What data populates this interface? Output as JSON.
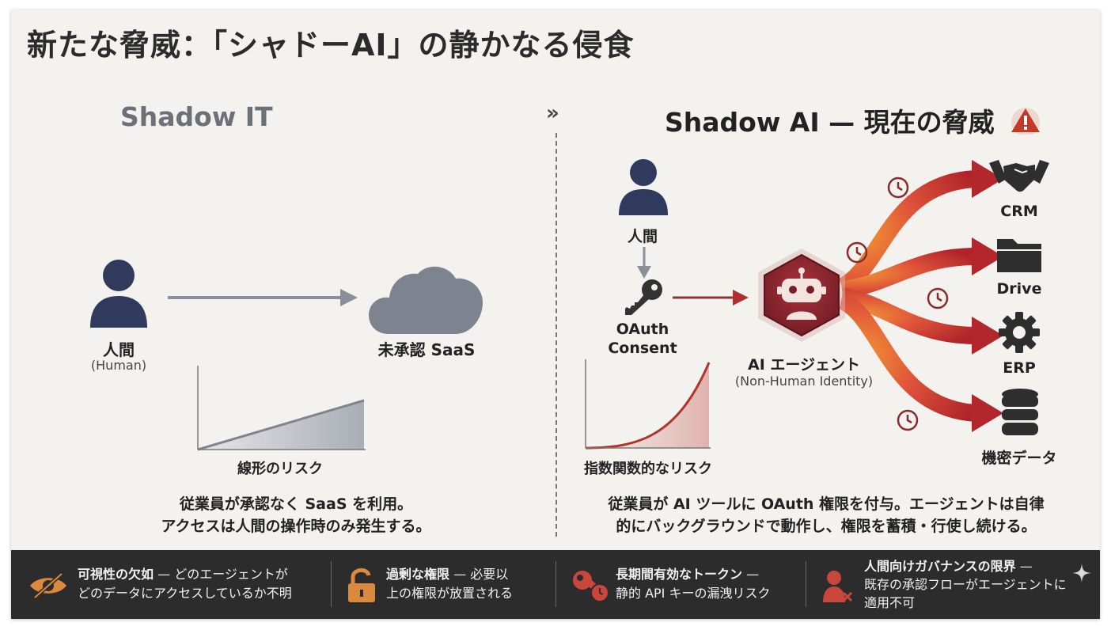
{
  "title": "新たな脅威：「シャドーAI」の静かなる侵食",
  "left": {
    "heading": "Shadow IT",
    "human_label": "人間",
    "human_sub": "(Human)",
    "saas_label": "未承認 SaaS",
    "risk_label": "線形のリスク",
    "desc_line1": "従業員が承認なく SaaS を利用。",
    "desc_line2": "アクセスは人間の操作時のみ発生する。"
  },
  "divider_symbol": "»",
  "right": {
    "heading": "Shadow AI — 現在の脅威",
    "warning_icon": "warning-icon",
    "human_label": "人間",
    "oauth_line1": "OAuth",
    "oauth_line2": "Consent",
    "agent_label": "AI エージェント",
    "agent_sub": "(Non-Human Identity)",
    "risk_label": "指数関数的なリスク",
    "targets": [
      {
        "label": "CRM",
        "icon": "handshake-icon"
      },
      {
        "label": "Drive",
        "icon": "folder-icon"
      },
      {
        "label": "ERP",
        "icon": "gear-icon"
      },
      {
        "label": "機密データ",
        "icon": "database-icon"
      }
    ],
    "desc_line1": "従業員が AI ツールに OAuth 権限を付与。エージェントは自律",
    "desc_line2": "的にバックグラウンドで動作し、権限を蓄積・行使し続ける。"
  },
  "bottom": [
    {
      "icon": "hidden-eye-icon",
      "bold": "可視性の欠如",
      "line1": " — どのエージェントが",
      "line2": "どのデータにアクセスしているか不明"
    },
    {
      "icon": "unlocked-padlock-icon",
      "bold": "過剰な権限",
      "line1": " — 必要以",
      "line2": "上の権限が放置される"
    },
    {
      "icon": "key-clock-icon",
      "bold": "長期間有効なトークン",
      "line1": " —",
      "line2": "静的 API キーの漏洩リスク"
    },
    {
      "icon": "user-x-icon",
      "bold": "人間向けガバナンスの限界",
      "line1": " —",
      "line2": "既存の承認フローがエージェントに",
      "line3": "適用不可"
    }
  ],
  "colors": {
    "accent_red": "#c0392b",
    "navy": "#2f3a5c",
    "gray_blue": "#8a909a",
    "bottom_icon_orange": "#d98a3c",
    "bottom_icon_red": "#c8463c"
  }
}
